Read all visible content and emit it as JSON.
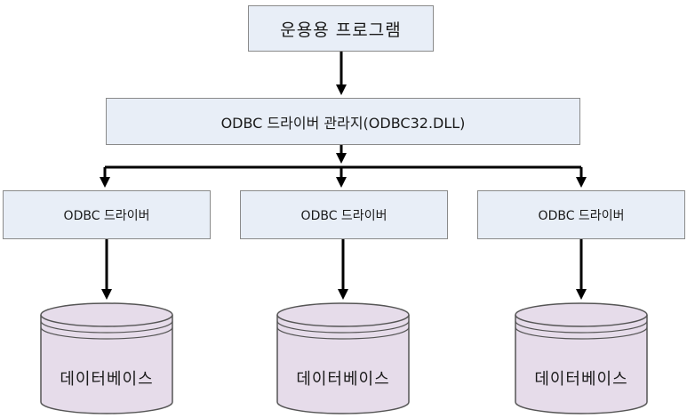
{
  "diagram": {
    "application": {
      "label": "운용용 프로그램"
    },
    "driver_manager": {
      "label": "ODBC 드라이버 관라지(ODBC32.DLL)"
    },
    "drivers": [
      {
        "label": "ODBC 드라이버"
      },
      {
        "label": "ODBC 드라이버"
      },
      {
        "label": "ODBC 드라이버"
      }
    ],
    "databases": [
      {
        "label": "데이터베이스"
      },
      {
        "label": "데이터베이스"
      },
      {
        "label": "데이터베이스"
      }
    ],
    "colors": {
      "box_fill": "#e8eef7",
      "database_fill": "#e6dcea",
      "connector": "#000000",
      "outline": "#8a8a8a"
    }
  }
}
